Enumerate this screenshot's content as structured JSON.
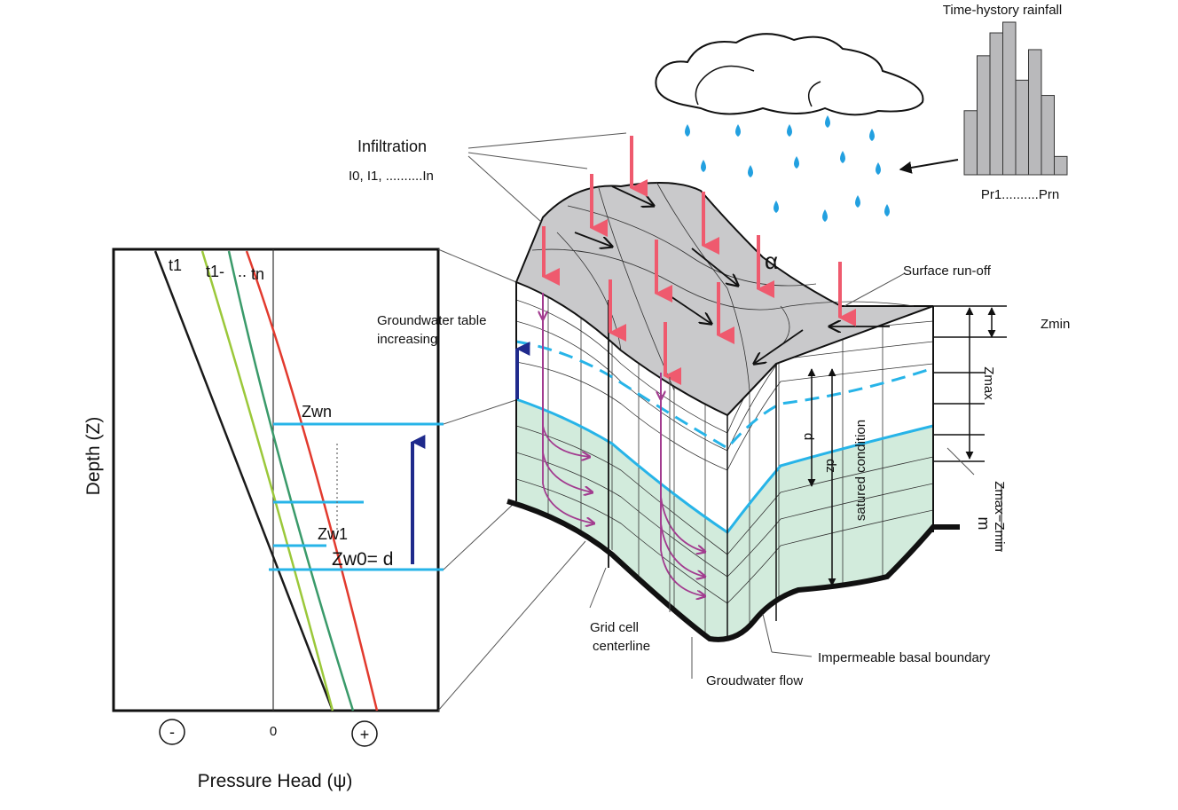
{
  "labels": {
    "rainfall_title": "Time-hystory rainfall",
    "rainfall_range": "Pr1..........Prn",
    "infiltration": "Infiltration",
    "infiltration_series": "I0, I1, ..........In",
    "alpha": "α",
    "surface_runoff": "Surface run-off",
    "zmin": "Zmin",
    "zmax": "Zmax",
    "zmax_zmin_top": "Zmax−Zmin",
    "zmax_zmin_bottom": "m",
    "satured": "satured condition",
    "d": "d",
    "dz": "dz",
    "gw_table_line1": "Groundwater table",
    "gw_table_line2": "increasing",
    "grid_line1": "Grid cell",
    "grid_line2": "centerline",
    "basal": "Impermeable basal boundary",
    "gw_flow": "Groudwater flow"
  },
  "profile_plot": {
    "curve_labels": [
      "t1",
      "t1-",
      "tn"
    ],
    "level_labels": [
      "Zwn",
      "Zw1",
      "Zw0= d"
    ],
    "x_axis_label": "Pressure Head (ψ)",
    "y_axis_label": "Depth (Z)",
    "x_ticks": [
      "-",
      "0",
      "+"
    ]
  },
  "rainfall_bars": [
    0.42,
    0.78,
    0.93,
    1.0,
    0.62,
    0.82,
    0.52,
    0.12
  ],
  "colors": {
    "rain_arrow": "#ef5a6e",
    "water_table": "#27b4e8",
    "saturated_fill": "#d2ebdc",
    "surface": "#c9c9cb",
    "flow_line": "#a23b8f",
    "gw_arrow": "#1f2a8c",
    "curve_t1": "#1a1a1a",
    "curve_lime": "#9bc83a",
    "curve_green": "#3a9a6a",
    "curve_red": "#e23a2e"
  }
}
